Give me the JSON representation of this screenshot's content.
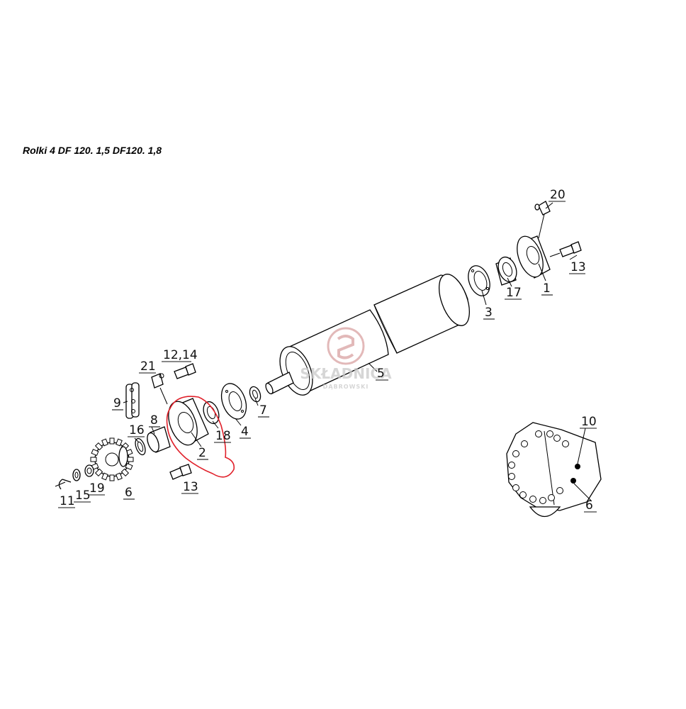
{
  "title": "Rolki 4 DF 120. 1,5  DF120. 1,8",
  "watermark": {
    "brand": "SKŁADNICA",
    "sub": "DĄBROWSKI"
  },
  "labels": {
    "p1": "1",
    "p2": "2",
    "p3": "3",
    "p4": "4",
    "p5": "5",
    "p6": "6",
    "p7": "7",
    "p8": "8",
    "p9": "9",
    "p10": "10",
    "p11": "11",
    "p12_14": "12,14",
    "p13a": "13",
    "p13b": "13",
    "p15": "15",
    "p16": "16",
    "p17": "17",
    "p18": "18",
    "p19": "19",
    "p20": "20",
    "p21": "21",
    "p6b": "6"
  },
  "colors": {
    "highlight": "#e0202a",
    "line": "#000000",
    "watermark": "#c9c9c9"
  }
}
